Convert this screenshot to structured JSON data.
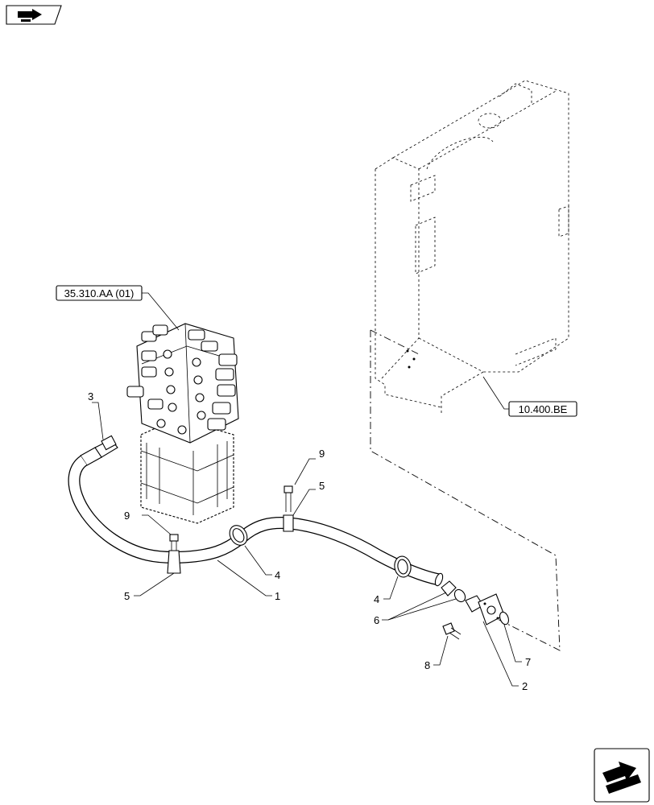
{
  "refs": {
    "valve_ref": "35.310.AA (01)",
    "tank_ref": "10.400.BE"
  },
  "callouts": {
    "c1": "1",
    "c2": "2",
    "c3": "3",
    "c4a": "4",
    "c4b": "4",
    "c5a": "5",
    "c5b": "5",
    "c6": "6",
    "c7": "7",
    "c8": "8",
    "c9a": "9",
    "c9b": "9"
  },
  "icons": {
    "top_left": "view-direction-arrow-icon",
    "bottom_right": "next-page-arrow-icon"
  }
}
